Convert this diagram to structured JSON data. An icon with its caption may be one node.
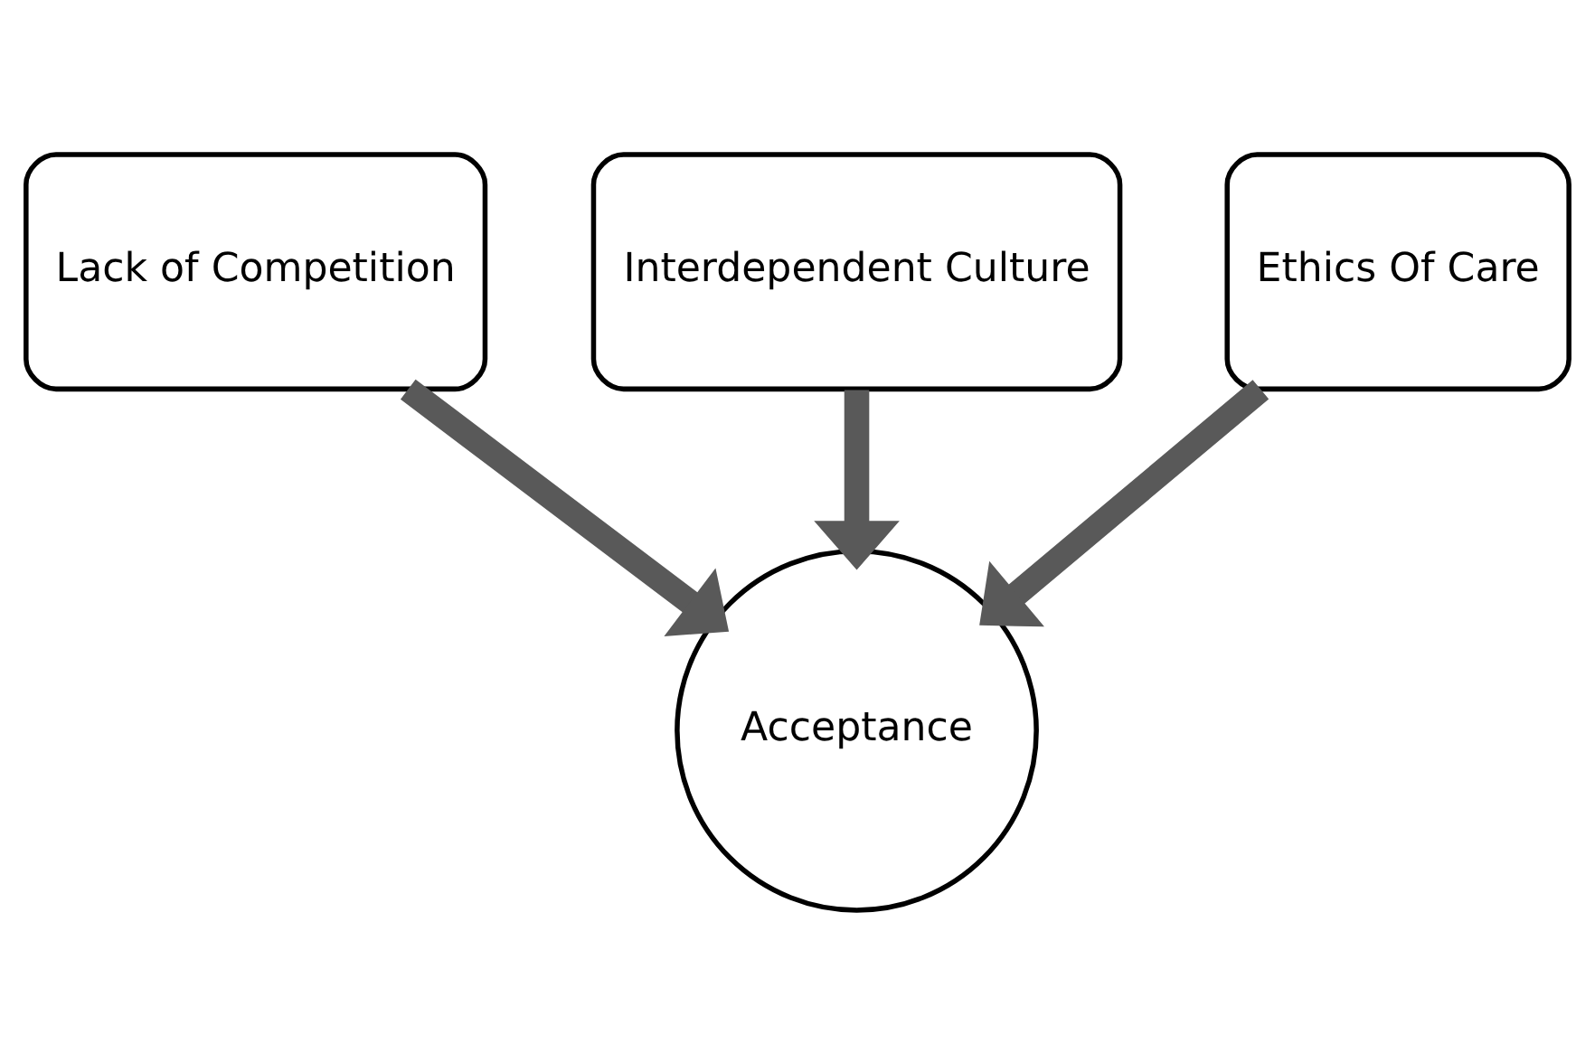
{
  "diagram": {
    "nodes": [
      {
        "text": [
          "Lack of Competition"
        ]
      },
      {
        "text": [
          "Interdependent Culture"
        ]
      },
      {
        "text": [
          "Ethics Of Care"
        ]
      },
      {
        "text": [
          "Acceptance"
        ]
      }
    ],
    "edges": [
      {
        "from": 0,
        "to": 3,
        "arrow": "to"
      },
      {
        "from": 1,
        "to": 3,
        "arrow": "to"
      },
      {
        "from": 2,
        "to": 3,
        "arrow": "to"
      }
    ]
  }
}
